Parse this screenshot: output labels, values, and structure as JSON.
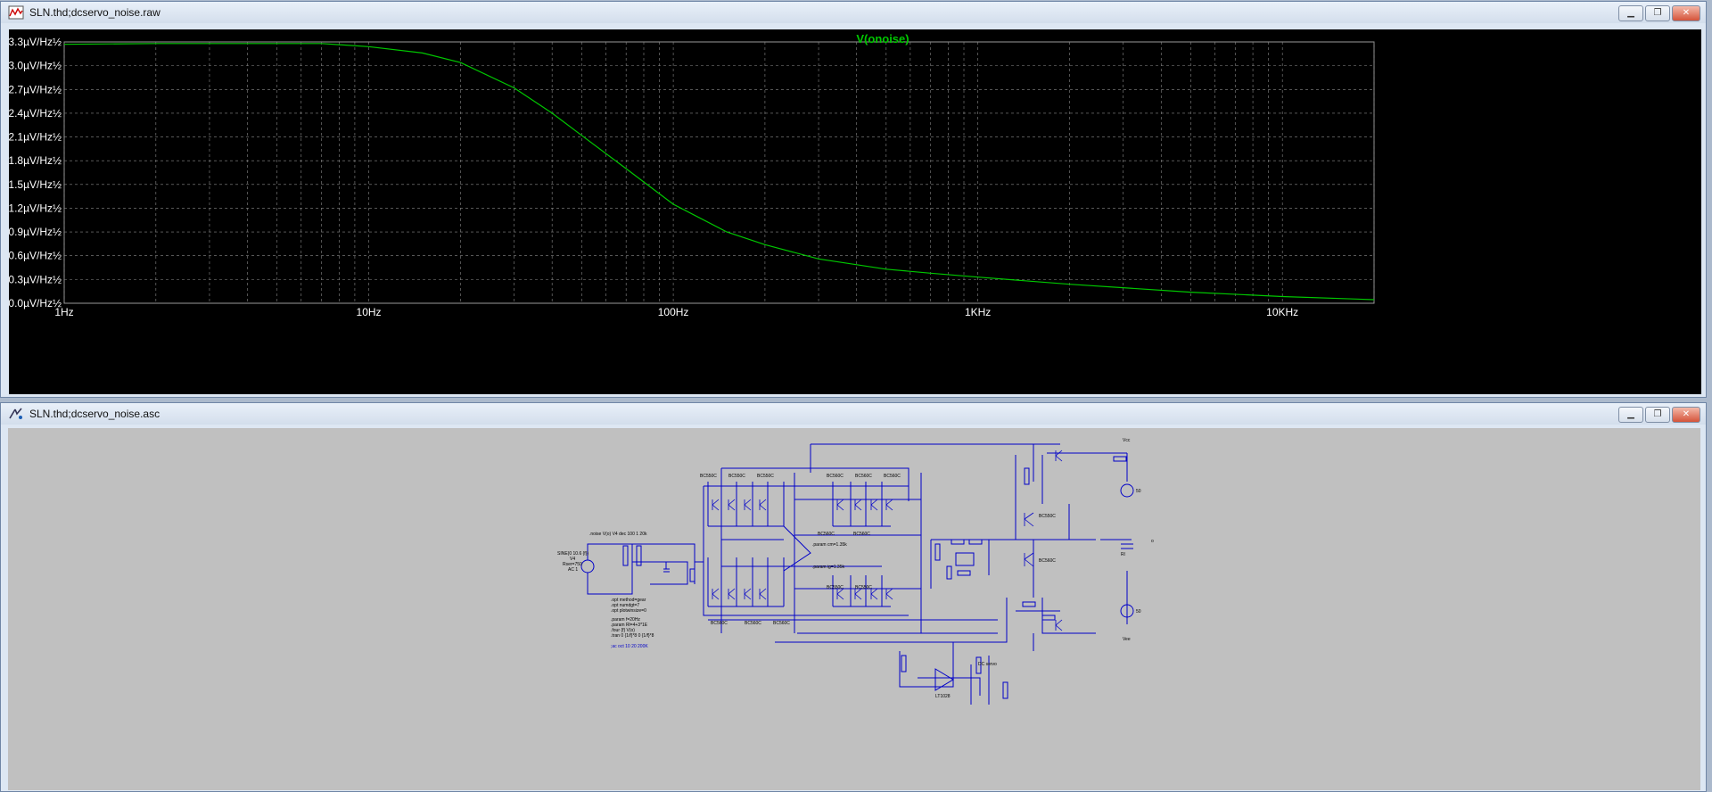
{
  "plot_window": {
    "title": "SLN.thd;dcservo_noise.raw",
    "trace_name": "V(onoise)",
    "trace_color": "#00c800",
    "y_ticks": [
      "3.3µV/Hz½",
      "3.0µV/Hz½",
      "2.7µV/Hz½",
      "2.4µV/Hz½",
      "2.1µV/Hz½",
      "1.8µV/Hz½",
      "1.5µV/Hz½",
      "1.2µV/Hz½",
      "0.9µV/Hz½",
      "0.6µV/Hz½",
      "0.3µV/Hz½",
      "0.0µV/Hz½"
    ],
    "x_ticks": [
      "1Hz",
      "10Hz",
      "100Hz",
      "1KHz",
      "10KHz"
    ]
  },
  "schematic_window": {
    "title": "SLN.thd;dcservo_noise.asc",
    "wire_color": "#0000c8",
    "labels": {
      "source": "SINE(0 10.6 {f})",
      "source2": "Rser=750",
      "source3": "AC 1",
      "source_name": "V4",
      "noise_directive": ".noise V(o) V4 dec 100 1 20k",
      "options1": ".opt method=gear",
      "options2": ".opt numdgt=7",
      "options3": ".opt plotwinsize=0",
      "param1": ".param f=20Hz",
      "param2": ".param Rl=4+3*1E",
      "four": ".four {f} V(o)",
      "tran": ".tran 0 {1/f}*8 0 {1/f}*8",
      "ac_directive": ";ac oct 10 20 200K",
      "param_left": ".param cm=1.35k",
      "param_right": ".param ig=1.35k",
      "bc550": "BC550C",
      "bc560": "BC560C",
      "pos": "Vcc",
      "neg": "Vee",
      "out": "o",
      "servo": "DC servo",
      "opamp": "LT1028",
      "r_rl": "Rl",
      "v1": "50",
      "v2": "50"
    }
  },
  "chart_data": {
    "type": "line",
    "title": "V(onoise)",
    "x_scale": "log",
    "xlim_hz": [
      1,
      20000
    ],
    "ylim_uV_per_rtHz": [
      0,
      3.3
    ],
    "series": [
      {
        "name": "V(onoise)",
        "x": [
          1,
          2,
          5,
          7,
          10,
          15,
          20,
          30,
          40,
          50,
          70,
          100,
          150,
          200,
          300,
          500,
          700,
          1000,
          2000,
          5000,
          10000,
          20000
        ],
        "y": [
          3.27,
          3.28,
          3.28,
          3.28,
          3.24,
          3.16,
          3.04,
          2.72,
          2.4,
          2.12,
          1.7,
          1.25,
          0.9,
          0.74,
          0.56,
          0.43,
          0.38,
          0.33,
          0.24,
          0.14,
          0.085,
          0.045
        ]
      }
    ]
  }
}
